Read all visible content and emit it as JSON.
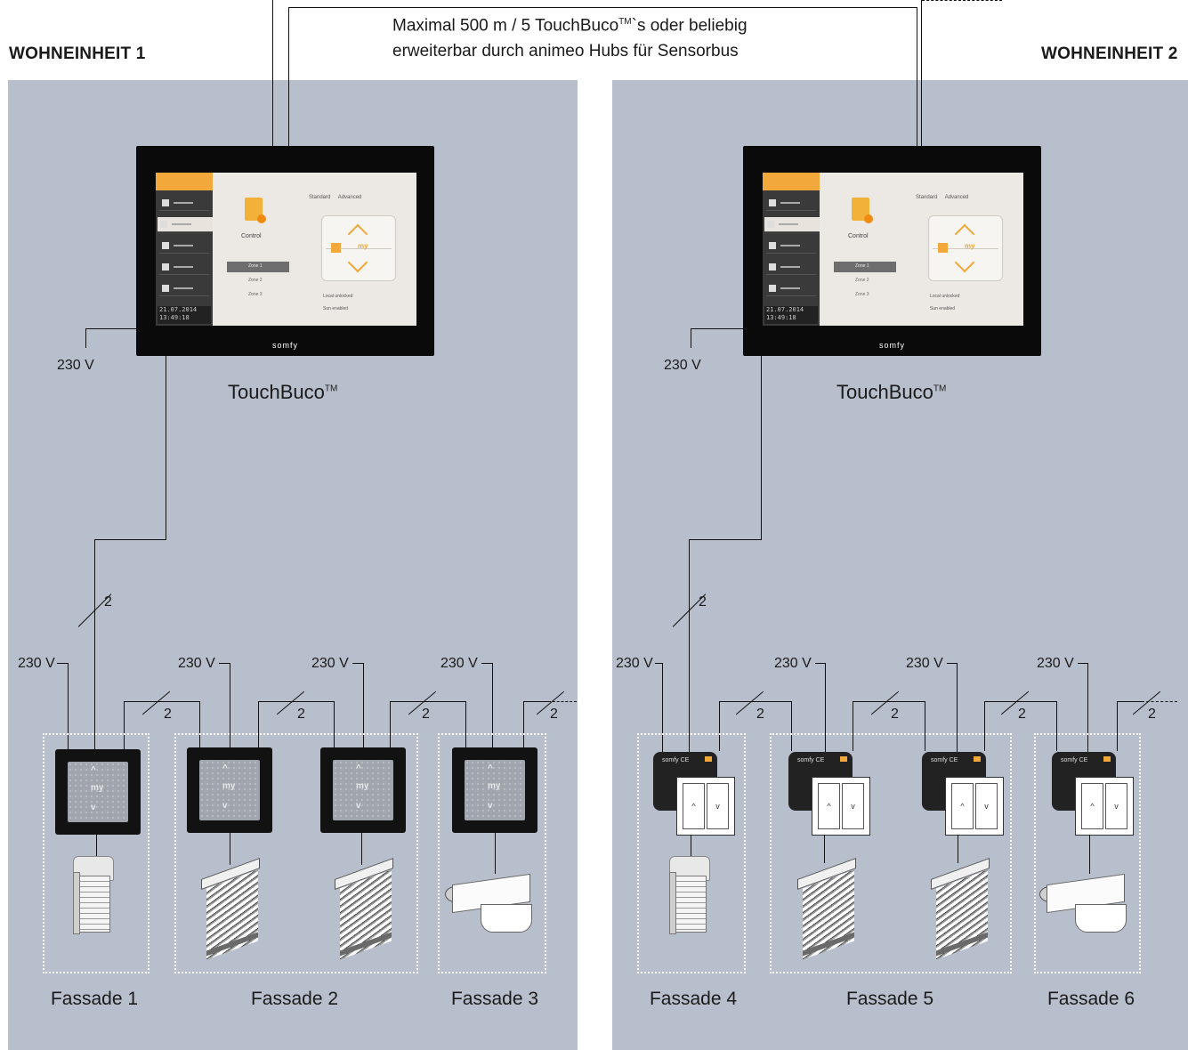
{
  "header": {
    "note_line1_pre": "Maximal 500 m / 5 TouchBuco",
    "note_line1_tm": "TM",
    "note_line1_post": "`s oder beliebig",
    "note_line2": "erweiterbar durch animeo Hubs für Sensorbus"
  },
  "units": [
    {
      "title": "WOHNEINHEIT 1",
      "controller_name": "TouchBuco",
      "controller_tm": "TM",
      "panel_voltage": "230 V",
      "bus_wire_count": "2",
      "facades": [
        "Fassade 1",
        "Fassade 2",
        "Fassade 3"
      ],
      "module_voltage": "230 V",
      "link_count": "2"
    },
    {
      "title": "WOHNEINHEIT 2",
      "controller_name": "TouchBuco",
      "controller_tm": "TM",
      "panel_voltage": "230 V",
      "bus_wire_count": "2",
      "facades": [
        "Fassade 4",
        "Fassade 5",
        "Fassade 6"
      ],
      "module_voltage": "230 V",
      "link_count": "2"
    }
  ],
  "panel_screen": {
    "brand": "somfy",
    "control_label": "Control",
    "tab_standard": "Standard",
    "tab_advanced": "Advanced",
    "zones": [
      "Zone 1",
      "Zone 2",
      "Zone 3"
    ],
    "my_label": "my",
    "toggle_local": "Local unlocked",
    "toggle_sun": "Sun enabled",
    "clock_date": "21.07.2014",
    "clock_time": "13:49:18"
  },
  "device_icons": {
    "keypad": "keypad-icon",
    "switch": "switch-icon",
    "roller_shutter": "roller-shutter-icon",
    "venetian_blind": "venetian-blind-icon",
    "awning": "awning-icon"
  },
  "colors": {
    "unit_background": "#b8bfcc",
    "accent": "#f2a83a",
    "wire": "#111111"
  }
}
